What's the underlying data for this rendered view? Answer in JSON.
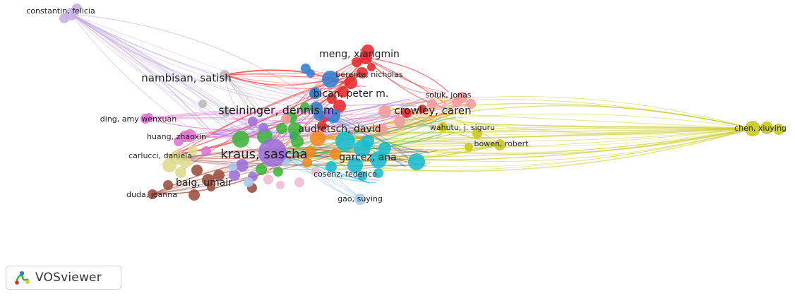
{
  "app": {
    "brand_label": "VOSviewer",
    "brand_icon": "vosviewer-logo-icon"
  },
  "network": {
    "cluster_colors": {
      "red": "#e8262a",
      "green": "#3ab63a",
      "blue": "#2f7fd0",
      "yellow": "#c7c716",
      "purple": "#9b6fd8",
      "cyan": "#17bcd0",
      "orange": "#f28a1b",
      "brown": "#9b4c3c",
      "pink": "#e16fd0",
      "lightred": "#f29a9a",
      "lavender": "#c6b0e0",
      "gray": "#b8b8b8",
      "lightpink": "#f4b8d4",
      "lightblue": "#a6c8ee",
      "khaki": "#dcdc8c"
    },
    "labels": [
      {
        "id": "constantin-felicia",
        "text": "constantin, felicia",
        "color": "lavender"
      },
      {
        "id": "meng-xiangmin",
        "text": "meng, xiangmin",
        "color": "red"
      },
      {
        "id": "berente-nicholas",
        "text": "berente, nicholas",
        "color": "red"
      },
      {
        "id": "nambisan-satish",
        "text": "nambisan, satish",
        "color": "gray"
      },
      {
        "id": "bican-peter",
        "text": "bican, peter m.",
        "color": "blue"
      },
      {
        "id": "soluk-jonas",
        "text": "soluk, jonas",
        "color": "lightred"
      },
      {
        "id": "steininger-dennis",
        "text": "steininger, dennis m.",
        "color": "blue"
      },
      {
        "id": "crowley-caren",
        "text": "crowley, caren",
        "color": "lightred"
      },
      {
        "id": "ding-amy-wenxuan",
        "text": "ding, amy wenxuan",
        "color": "pink"
      },
      {
        "id": "audretsch-david",
        "text": "audretsch, david",
        "color": "green"
      },
      {
        "id": "wahutu-j-siguru",
        "text": "wahutu, j. siguru",
        "color": "yellow"
      },
      {
        "id": "chen-xiuying",
        "text": "chen, xiuying",
        "color": "yellow"
      },
      {
        "id": "huang-zhaoxin",
        "text": "huang, zhaoxin",
        "color": "pink"
      },
      {
        "id": "bowen-robert",
        "text": "bowen, robert",
        "color": "yellow"
      },
      {
        "id": "carlucci-daniela",
        "text": "carlucci, daniela",
        "color": "khaki"
      },
      {
        "id": "kraus-sascha",
        "text": "kraus, sascha",
        "color": "purple"
      },
      {
        "id": "garcez-ana",
        "text": "garcez, ana",
        "color": "cyan"
      },
      {
        "id": "cosenz-federico",
        "text": "cosenz, federico",
        "color": "cyan"
      },
      {
        "id": "baig-umair",
        "text": "baig, umair",
        "color": "brown"
      },
      {
        "id": "duda-joanna",
        "text": "duda, joanna",
        "color": "brown"
      },
      {
        "id": "gao-suying",
        "text": "gao, suying",
        "color": "lightblue"
      }
    ]
  }
}
